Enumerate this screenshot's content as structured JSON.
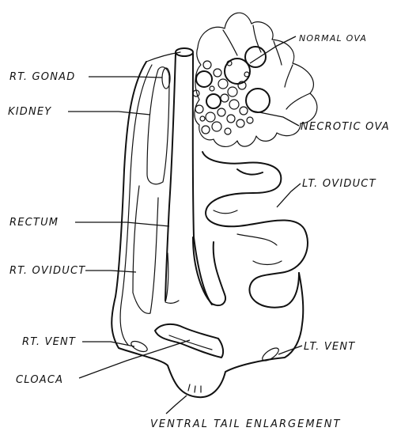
{
  "labels": {
    "rt_gonad": "RT. GONAD",
    "kidney": "KIDNEY",
    "rectum": "RECTUM",
    "rt_oviduct": "RT. OVIDUCT",
    "rt_vent": "RT. VENT",
    "cloaca": "CLOACA",
    "normal_ova": "NORMAL OVA",
    "necrotic_ova": "NECROTIC OVA",
    "lt_oviduct": "LT. OVIDUCT",
    "lt_vent": "LT. VENT",
    "ventral_tail": "VENTRAL TAIL ENLARGEMENT"
  },
  "colors": {
    "ink": "#111111",
    "paper": "#ffffff"
  }
}
